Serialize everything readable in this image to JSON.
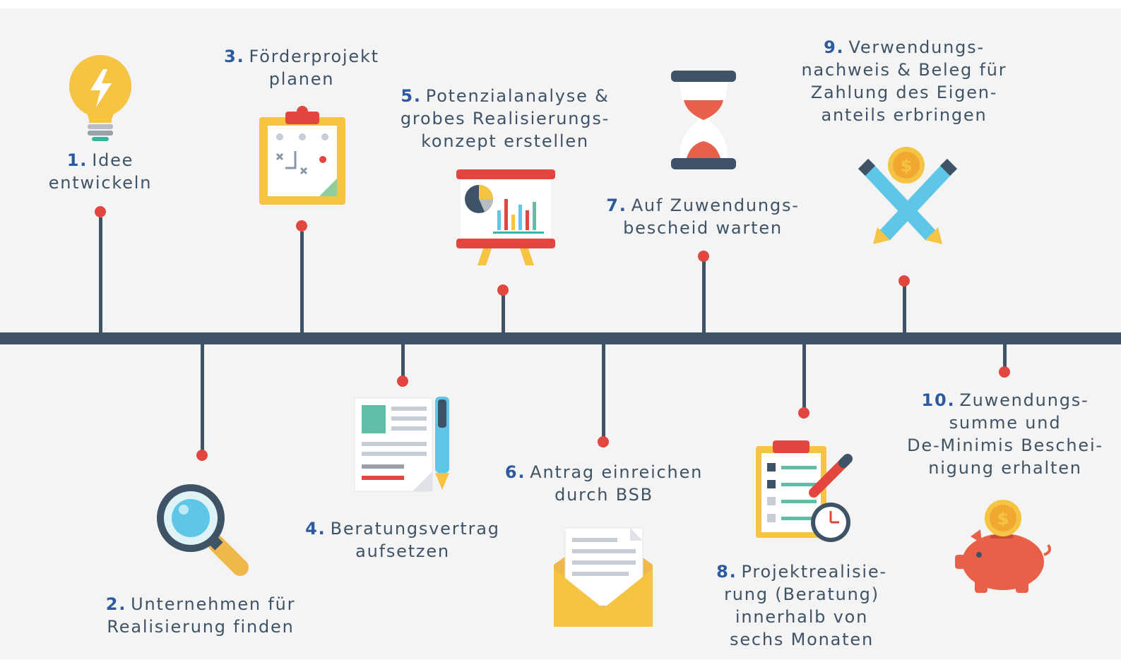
{
  "colors": {
    "axis": "#3f5366",
    "dot": "#e2463e",
    "number": "#2c5aa0",
    "text": "#3f5366",
    "background": "#f5f4f4"
  },
  "steps": [
    {
      "num": "1.",
      "lines": [
        "Idee",
        "entwickeln"
      ],
      "icon": "lightbulb-icon"
    },
    {
      "num": "2.",
      "lines": [
        "Unternehmen für",
        "Realisierung finden"
      ],
      "icon": "magnifier-icon"
    },
    {
      "num": "3.",
      "lines": [
        "Förderprojekt",
        "planen"
      ],
      "icon": "clipboard-plan-icon"
    },
    {
      "num": "4.",
      "lines": [
        "Beratungsvertrag",
        "aufsetzen"
      ],
      "icon": "contract-pen-icon"
    },
    {
      "num": "5.",
      "lines": [
        "Potenzialanalyse &",
        "grobes Realisierungs-",
        "konzept erstellen"
      ],
      "icon": "presentation-board-icon"
    },
    {
      "num": "6.",
      "lines": [
        "Antrag einreichen",
        "durch BSB"
      ],
      "icon": "envelope-icon"
    },
    {
      "num": "7.",
      "lines": [
        "Auf Zuwendungs-",
        "bescheid warten"
      ],
      "icon": "hourglass-icon"
    },
    {
      "num": "8.",
      "lines": [
        "Projektrealisie-",
        "rung (Beratung)",
        "innerhalb von",
        "sechs Monaten"
      ],
      "icon": "checklist-clock-icon"
    },
    {
      "num": "9.",
      "lines": [
        "Verwendungs-",
        "nachweis & Beleg für",
        "Zahlung des Eigen-",
        "anteils erbringen"
      ],
      "icon": "pencils-coin-icon"
    },
    {
      "num": "10.",
      "lines": [
        "Zuwendungs-",
        "summe und",
        "De-Minimis Beschei-",
        "nigung erhalten"
      ],
      "icon": "piggy-bank-icon"
    }
  ]
}
